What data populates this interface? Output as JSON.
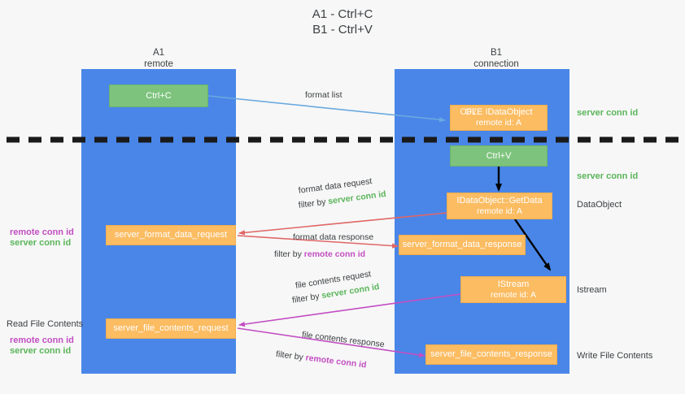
{
  "title": {
    "line1": "A1 - Ctrl+C",
    "line2": "B1 - Ctrl+V"
  },
  "lanes": [
    {
      "id": "a1",
      "name": "A1",
      "subtitle": "remote"
    },
    {
      "id": "b1",
      "name": "B1",
      "subtitle": "connection"
    }
  ],
  "colors": {
    "lane": "#4a86e8",
    "green_node": "#7dc37d",
    "orange_node": "#fbbc62",
    "server_conn": "#5ab55a",
    "remote_conn": "#c24ec2",
    "arrow_blue": "#6aa9e0",
    "arrow_red": "#e06666",
    "arrow_magenta": "#c24ec2",
    "arrow_black": "#000000",
    "divider": "#1a1a1a"
  },
  "nodes": {
    "ctrl_c": {
      "label": "Ctrl+C"
    },
    "ole_idataobject": {
      "ghost": "CF7",
      "label": "OLE IDataObject",
      "sub": "remote id: A"
    },
    "ctrl_v": {
      "label": "Ctrl+V"
    },
    "getdata": {
      "label": "IDataObject::GetData",
      "sub": "remote id: A"
    },
    "istream": {
      "label": "IStream",
      "sub": "remote id: A"
    },
    "server_format_data_request": {
      "label": "server_format_data_request"
    },
    "server_format_data_response": {
      "label": "server_format_data_response"
    },
    "server_file_contents_request": {
      "label": "server_file_contents_request"
    },
    "server_file_contents_response": {
      "label": "server_file_contents_response"
    }
  },
  "edge_labels": {
    "format_list": {
      "text": "format list"
    },
    "format_data_request": {
      "text": "format data request",
      "filter_prefix": "filter by ",
      "filter_value": "server conn id"
    },
    "format_data_response": {
      "text": "format data response",
      "filter_prefix": "filter by ",
      "filter_value": "remote conn id"
    },
    "file_contents_request": {
      "text": "file contents request",
      "filter_prefix": "filter by ",
      "filter_value": "server conn id"
    },
    "file_contents_response": {
      "text": "file contents response",
      "filter_prefix": "filter by ",
      "filter_value": "remote conn id"
    }
  },
  "annotations": {
    "right_server_conn_top": "server conn id",
    "right_server_conn_mid": "server conn id",
    "right_dataobject": "DataObject",
    "right_istream": "Istream",
    "right_write_file_contents": "Write File Contents",
    "left_remote_conn_1": "remote conn id",
    "left_server_conn_1": "server conn id",
    "left_read_file_contents": "Read File Contents",
    "left_remote_conn_2": "remote conn id",
    "left_server_conn_2": "server conn id"
  }
}
